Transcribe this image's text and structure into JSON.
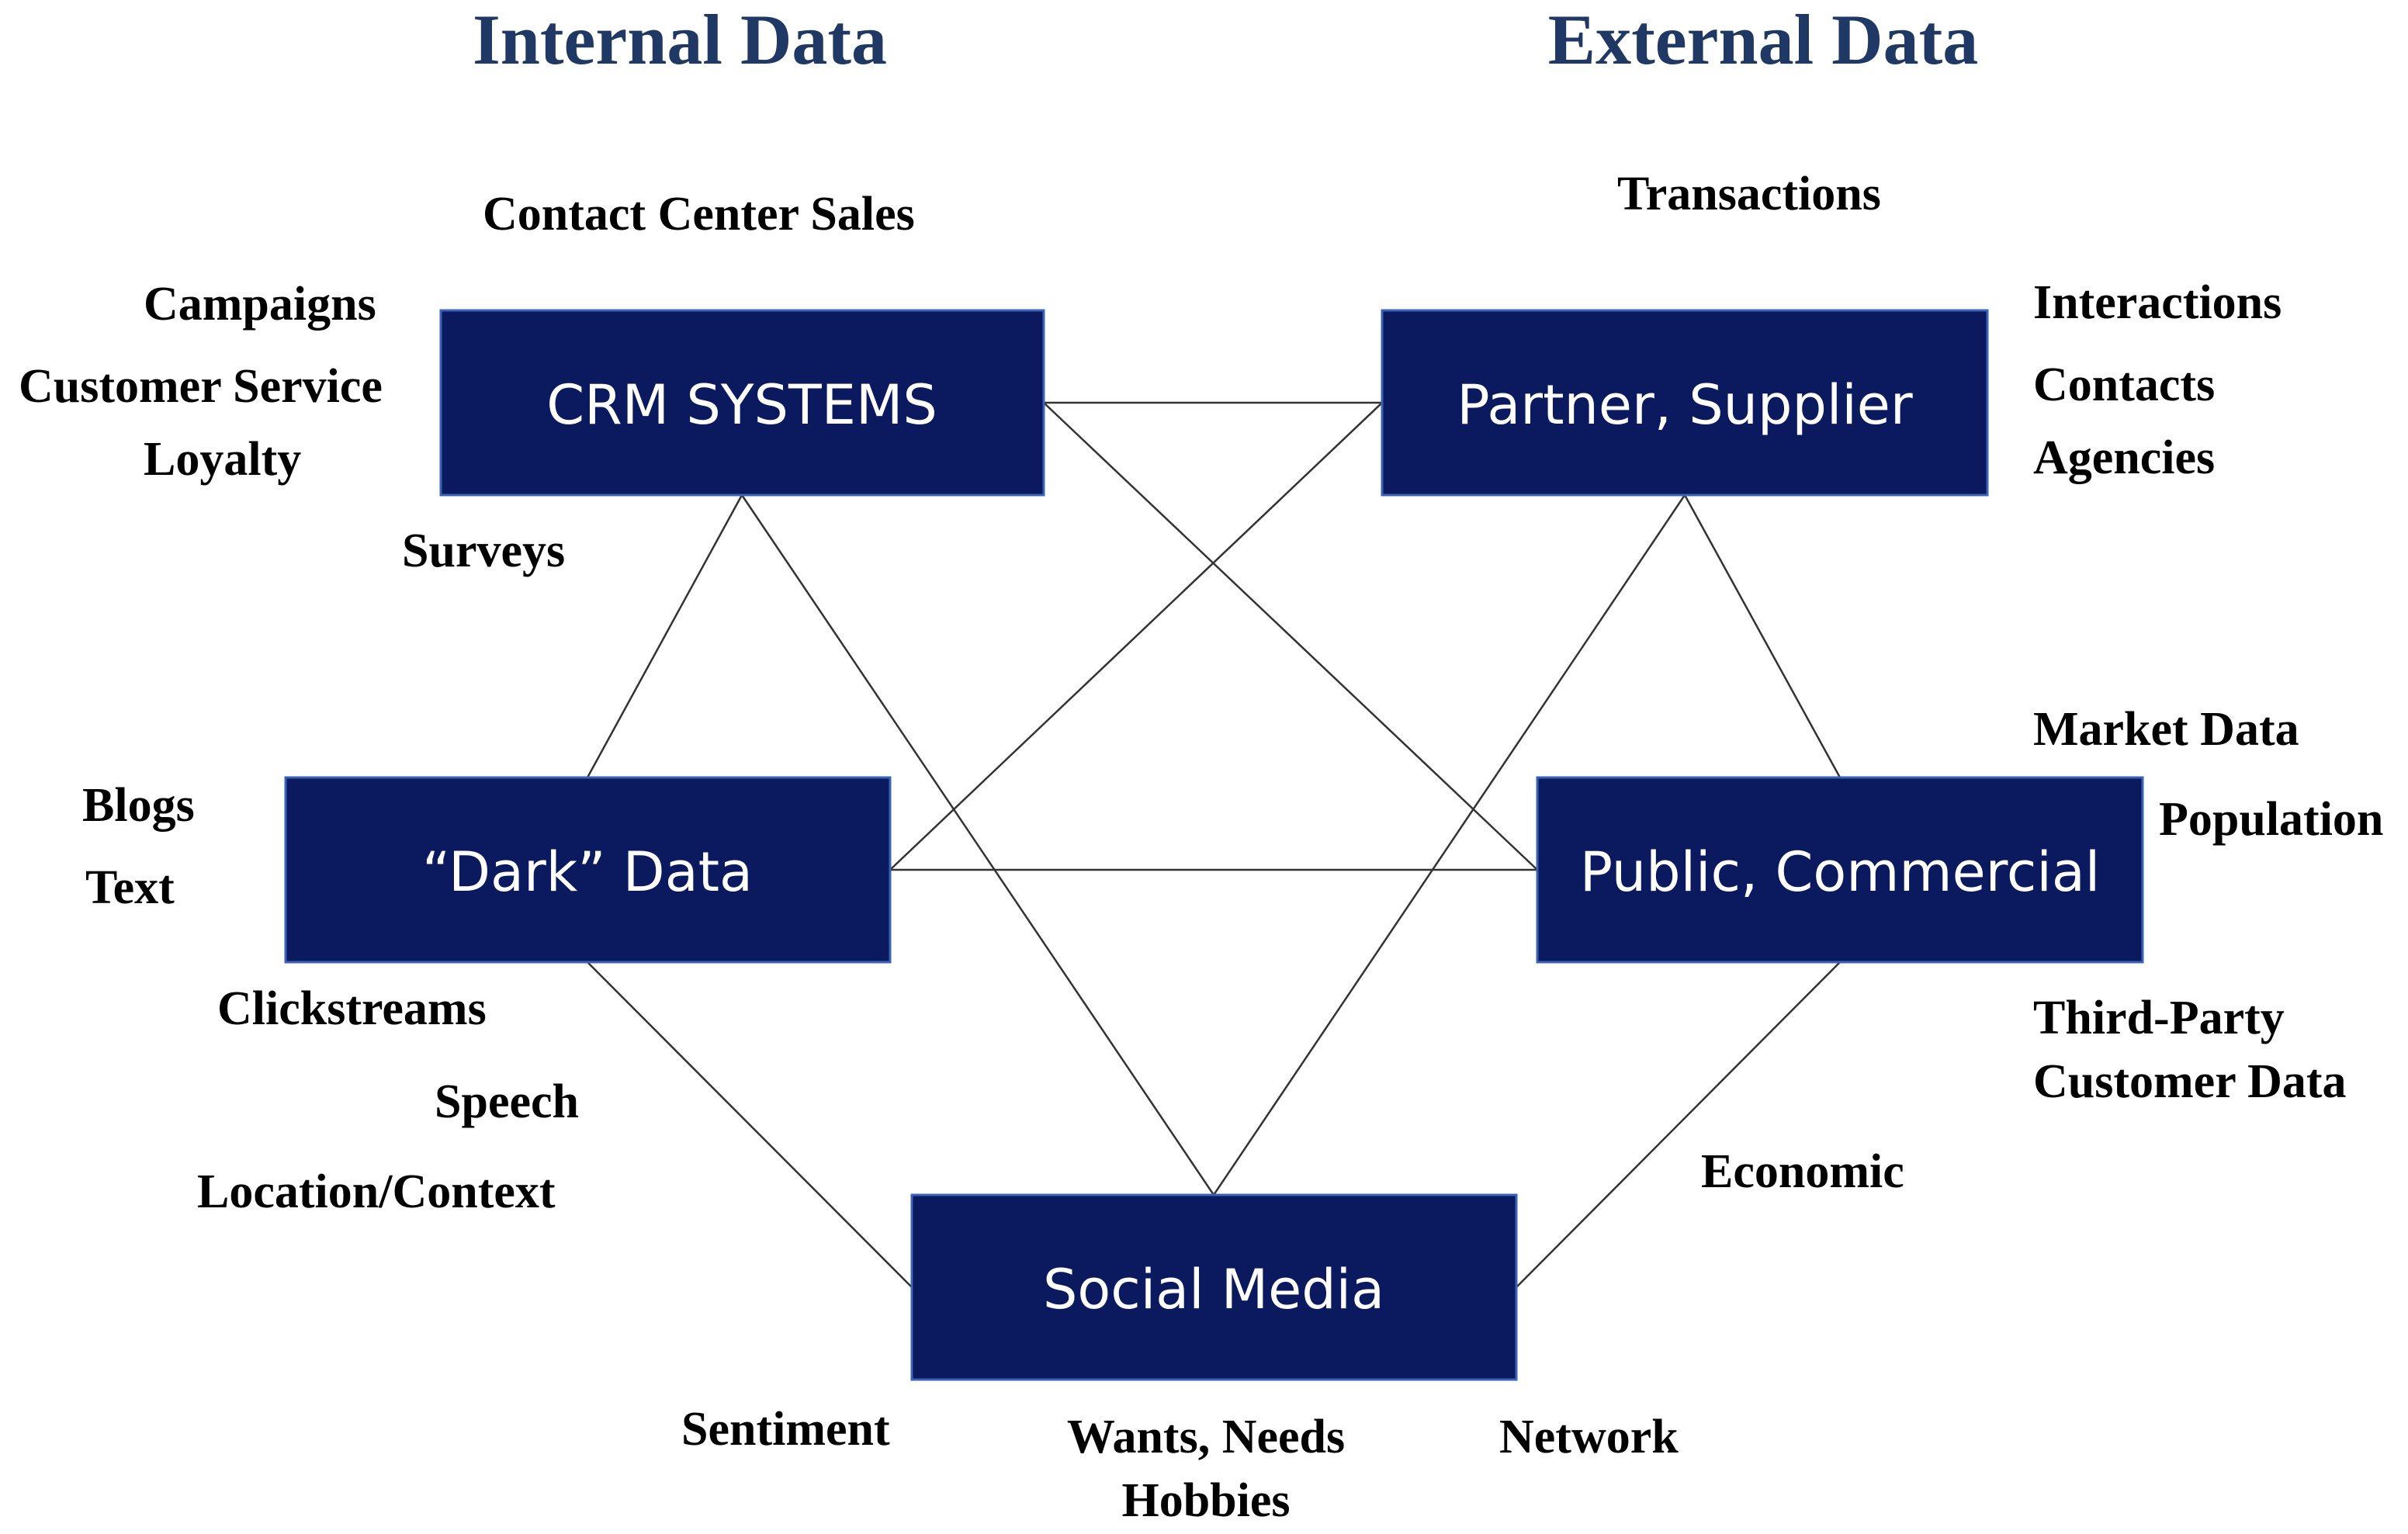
{
  "headings": {
    "internal": "Internal Data",
    "external": "External Data"
  },
  "colors": {
    "heading": "#1f3864",
    "box_fill": "#0b1a5e",
    "box_border": "#3a63b8",
    "box_text": "#ffffff",
    "connector": "#333333"
  },
  "nodes": {
    "crm": {
      "label": "CRM SYSTEMS"
    },
    "partner": {
      "label": "Partner, Supplier"
    },
    "dark": {
      "label": "“Dark” Data"
    },
    "public": {
      "label": "Public, Commercial"
    },
    "social": {
      "label": "Social Media"
    }
  },
  "edges": [
    [
      "crm",
      "partner"
    ],
    [
      "crm",
      "public"
    ],
    [
      "crm",
      "dark"
    ],
    [
      "crm",
      "social"
    ],
    [
      "partner",
      "dark"
    ],
    [
      "partner",
      "social"
    ],
    [
      "partner",
      "public"
    ],
    [
      "dark",
      "public"
    ],
    [
      "dark",
      "social"
    ],
    [
      "public",
      "social"
    ]
  ],
  "labels": {
    "contact_center_sales": "Contact Center Sales",
    "campaigns": "Campaigns",
    "customer_service": "Customer Service",
    "loyalty": "Loyalty",
    "surveys": "Surveys",
    "transactions": "Transactions",
    "interactions": "Interactions",
    "contacts": "Contacts",
    "agencies": "Agencies",
    "market_data": "Market Data",
    "population": "Population",
    "third_party_1": "Third-Party",
    "third_party_2": "Customer Data",
    "blogs": "Blogs",
    "text": "Text",
    "clickstreams": "Clickstreams",
    "speech": "Speech",
    "location_context": "Location/Context",
    "economic": "Economic",
    "sentiment": "Sentiment",
    "wants_needs": "Wants, Needs",
    "hobbies": "Hobbies",
    "network": "Network"
  }
}
